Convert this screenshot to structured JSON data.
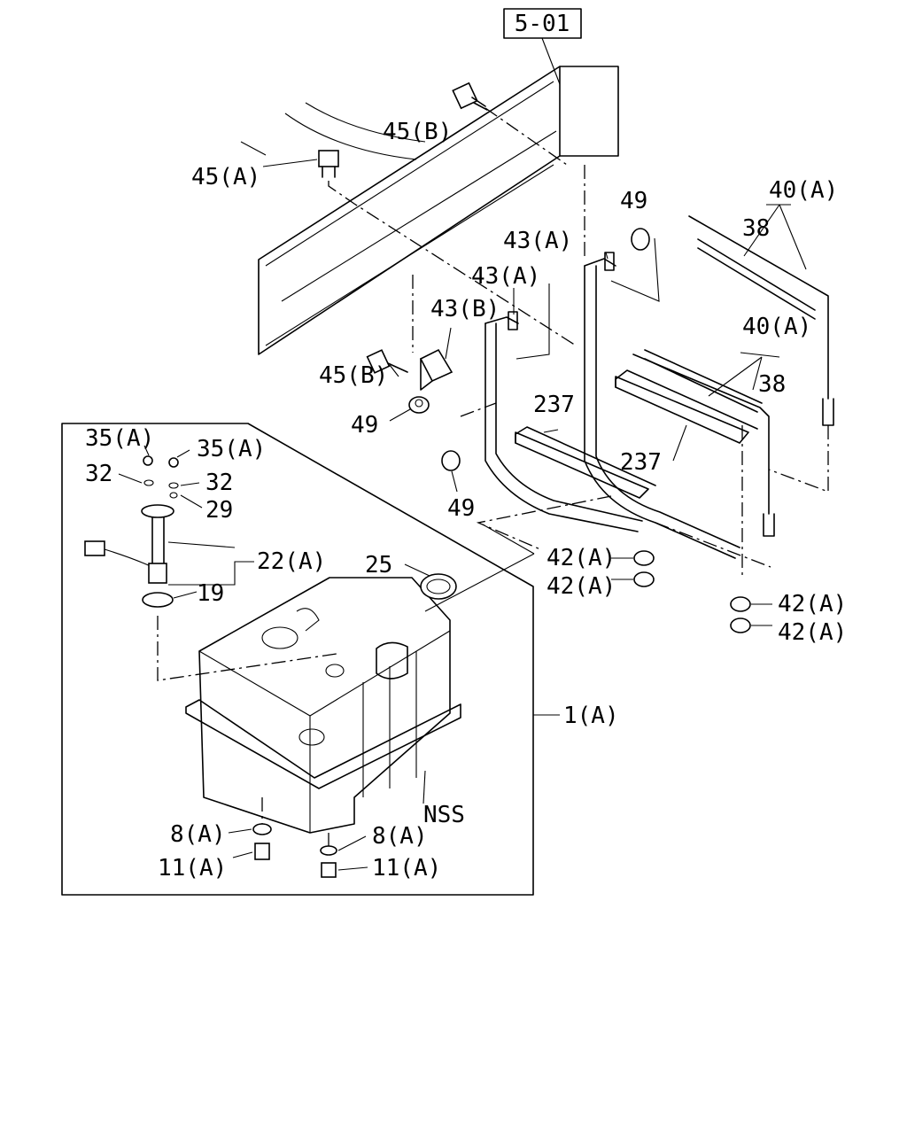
{
  "ref_box": "5-01",
  "labels": {
    "l45b_top": "45(B)",
    "l45a": "45(A)",
    "l49_top": "49",
    "l40a_top": "40(A)",
    "l38_top": "38",
    "l43a_r": "43(A)",
    "l43a_l": "43(A)",
    "l43b": "43(B)",
    "l45b_mid": "45(B)",
    "l49_mid": "49",
    "l40a_mid": "40(A)",
    "l38_mid": "38",
    "l237_l": "237",
    "l237_r": "237",
    "l49_low": "49",
    "l42a_1": "42(A)",
    "l42a_2": "42(A)",
    "l42a_3": "42(A)",
    "l42a_4": "42(A)",
    "l35a_l": "35(A)",
    "l35a_r": "35(A)",
    "l32_l": "32",
    "l32_r": "32",
    "l29": "29",
    "l22a": "22(A)",
    "l19": "19",
    "l25": "25",
    "l1a": "1(A)",
    "lnss": "NSS",
    "l8a_l": "8(A)",
    "l8a_r": "8(A)",
    "l11a_l": "11(A)",
    "l11a_r": "11(A)"
  }
}
